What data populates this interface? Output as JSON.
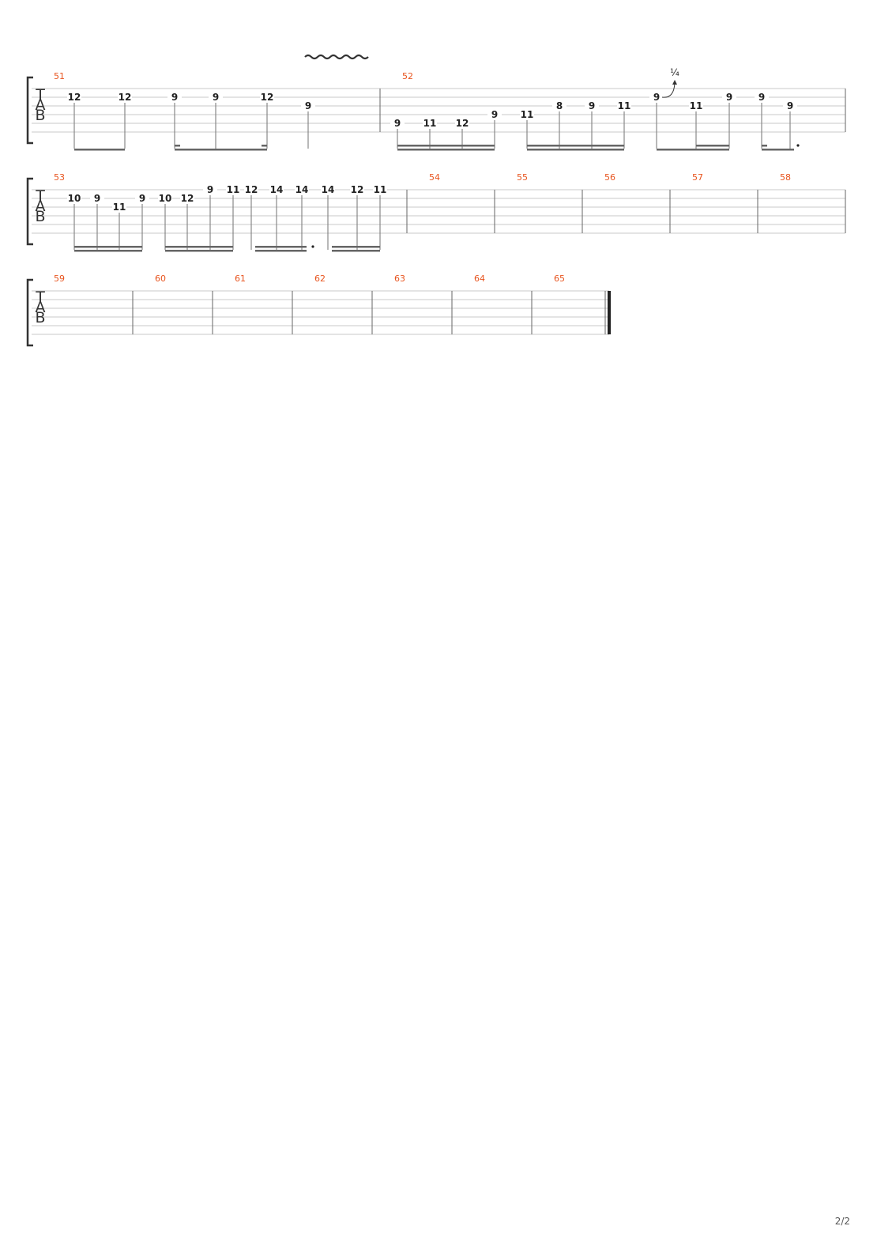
{
  "page_label": "2/2",
  "colors": {
    "measure_number": "#e8541e",
    "staff_line": "#c8c8c8",
    "bar_line": "#666666",
    "fret": "#222222",
    "bracket": "#333333"
  },
  "clef_letters": [
    "T",
    "A",
    "B"
  ],
  "systems": [
    {
      "measures": [
        {
          "number": "51",
          "notes": [
            {
              "fret": "12",
              "string": 1
            },
            {
              "fret": "12",
              "string": 1
            },
            {
              "fret": "9",
              "string": 1
            },
            {
              "fret": "9",
              "string": 1
            },
            {
              "fret": "12",
              "string": 1
            },
            {
              "fret": "9",
              "string": 2
            }
          ],
          "vibrato": true
        },
        {
          "number": "52",
          "notes": [
            {
              "fret": "9",
              "string": 4
            },
            {
              "fret": "11",
              "string": 4
            },
            {
              "fret": "12",
              "string": 4
            },
            {
              "fret": "9",
              "string": 3
            },
            {
              "fret": "11",
              "string": 3
            },
            {
              "fret": "8",
              "string": 2
            },
            {
              "fret": "9",
              "string": 2
            },
            {
              "fret": "11",
              "string": 2
            },
            {
              "fret": "9",
              "string": 1,
              "bend": "¼"
            },
            {
              "fret": "11",
              "string": 2
            },
            {
              "fret": "9",
              "string": 1
            },
            {
              "fret": "9",
              "string": 1
            },
            {
              "fret": "9",
              "string": 2
            }
          ]
        }
      ]
    },
    {
      "measures": [
        {
          "number": "53",
          "notes": [
            {
              "fret": "10",
              "string": 1
            },
            {
              "fret": "9",
              "string": 1
            },
            {
              "fret": "11",
              "string": 2
            },
            {
              "fret": "9",
              "string": 1
            },
            {
              "fret": "10",
              "string": 1
            },
            {
              "fret": "12",
              "string": 1
            },
            {
              "fret": "9",
              "string": 0
            },
            {
              "fret": "11",
              "string": 0
            },
            {
              "fret": "12",
              "string": 0
            },
            {
              "fret": "14",
              "string": 0
            },
            {
              "fret": "14",
              "string": 0
            },
            {
              "fret": "14",
              "string": 0
            },
            {
              "fret": "12",
              "string": 0
            },
            {
              "fret": "11",
              "string": 0
            }
          ]
        },
        {
          "number": "54",
          "notes": []
        },
        {
          "number": "55",
          "notes": []
        },
        {
          "number": "56",
          "notes": []
        },
        {
          "number": "57",
          "notes": []
        },
        {
          "number": "58",
          "notes": []
        }
      ]
    },
    {
      "measures": [
        {
          "number": "59",
          "notes": []
        },
        {
          "number": "60",
          "notes": []
        },
        {
          "number": "61",
          "notes": []
        },
        {
          "number": "62",
          "notes": []
        },
        {
          "number": "63",
          "notes": []
        },
        {
          "number": "64",
          "notes": []
        },
        {
          "number": "65",
          "notes": []
        }
      ]
    }
  ]
}
